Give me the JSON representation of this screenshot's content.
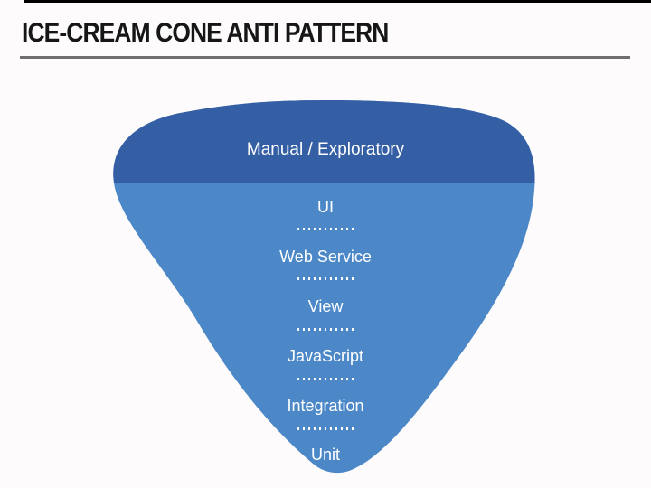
{
  "header": {
    "title": "ICE-CREAM CONE ANTI PATTERN"
  },
  "diagram": {
    "top_label": "Manual / Exploratory",
    "layers": [
      "UI",
      "Web Service",
      "View",
      "JavaScript",
      "Integration",
      "Unit"
    ]
  },
  "colors": {
    "top_section": "#355fa4",
    "body_section": "#4c88c7",
    "label_text": "#ffffff",
    "title_text": "#161616",
    "rule": "#6f6f6f",
    "top_border": "#000000",
    "bg": "#fdfbfb"
  }
}
